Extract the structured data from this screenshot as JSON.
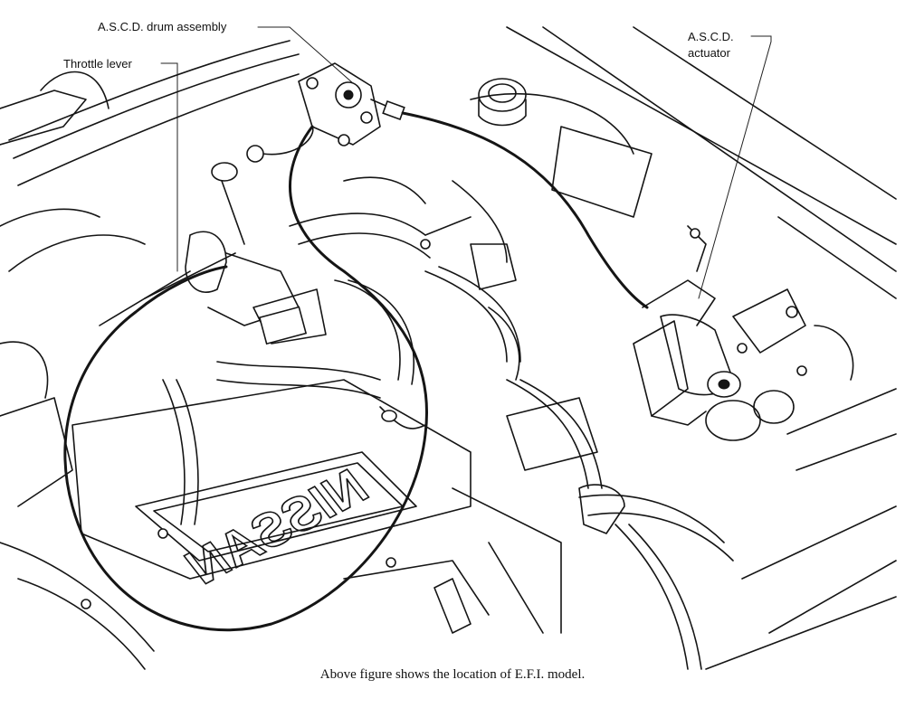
{
  "callouts": {
    "drum_assembly": "A.S.C.D. drum assembly",
    "throttle_lever": "Throttle lever",
    "actuator_line1": "A.S.C.D.",
    "actuator_line2": "actuator"
  },
  "engine_cover_lettering": "NISSAN",
  "caption": "Above figure shows the location of E.F.I. model.",
  "colors": {
    "ink": "#151515",
    "paper": "#ffffff"
  }
}
